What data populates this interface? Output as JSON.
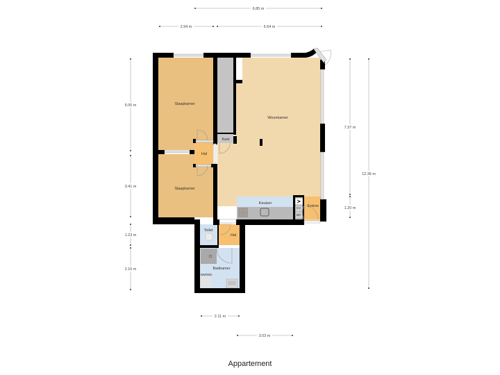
{
  "plan": {
    "title": "Appartement",
    "colors": {
      "wall": "#000000",
      "bedroom": "#e9c080",
      "living": "#f2d9ad",
      "hall": "#f7c070",
      "wet": "#d3e2f0",
      "storage": "#c4c4c4",
      "window": "#e6e6e6",
      "dimension_line": "#bdbdbd"
    }
  },
  "rooms": {
    "bedroom1": "Slaapkamer",
    "bedroom2": "Slaapkamer",
    "hall_top": "Hal",
    "closet": "Kast",
    "living": "Woonkamer",
    "kitchen": "Keuken",
    "cv": "CV",
    "mk": "MK",
    "entrance": "Entree",
    "toilet": "Toilet",
    "hall_bottom": "Hal",
    "bathroom": "Badkamer",
    "washer": "WM/WD"
  },
  "dimensions": {
    "top_total": "6.85 m",
    "top_left": "2.94 m",
    "top_right": "5.64 m",
    "left_1": "5.00 m",
    "left_2": "3.41 m",
    "left_3": "1.23 m",
    "left_4": "2.16 m",
    "right_1": "7.37 m",
    "right_2": "1.20 m",
    "right_total": "12.36 m",
    "bottom_1": "2.11 m",
    "bottom_2": "3.03 m"
  }
}
